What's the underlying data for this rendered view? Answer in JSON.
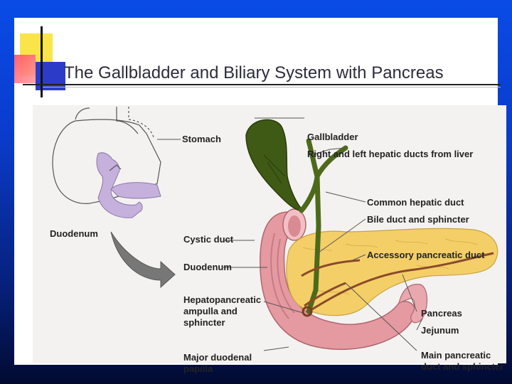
{
  "slide": {
    "title": "The Gallbladder and Biliary  System with Pancreas"
  },
  "diagram": {
    "labels": {
      "stomach": "Stomach",
      "duodenum_small": "Duodenum",
      "cystic_duct": "Cystic duct",
      "duodenum": "Duodenum",
      "ampulla_line1": "Hepatopancreatic",
      "ampulla_line2": "ampulla and",
      "ampulla_line3": "sphincter",
      "papilla_line1": "Major duodenal",
      "papilla_line2": "papilla",
      "gallbladder": "Gallbladder",
      "hepatic_ducts": "Right and left hepatic ducts from liver",
      "common_hepatic": "Common hepatic duct",
      "bile_duct": "Bile duct and sphincter",
      "accessory_pancreatic": "Accessory pancreatic duct",
      "pancreas": "Pancreas",
      "jejunum": "Jejunum",
      "main_pancreatic_line1": "Main pancreatic",
      "main_pancreatic_line2": "duct and sphincter"
    }
  },
  "colors": {
    "background_top": "#0a4be6",
    "background_bottom": "#020a30",
    "gallbladder": "#3f5a14",
    "pancreas": "#f4cf68",
    "duodenum": "#e49aa0",
    "duct": "#8a4a2a",
    "thumbnail_organ": "#c6b0dc"
  }
}
